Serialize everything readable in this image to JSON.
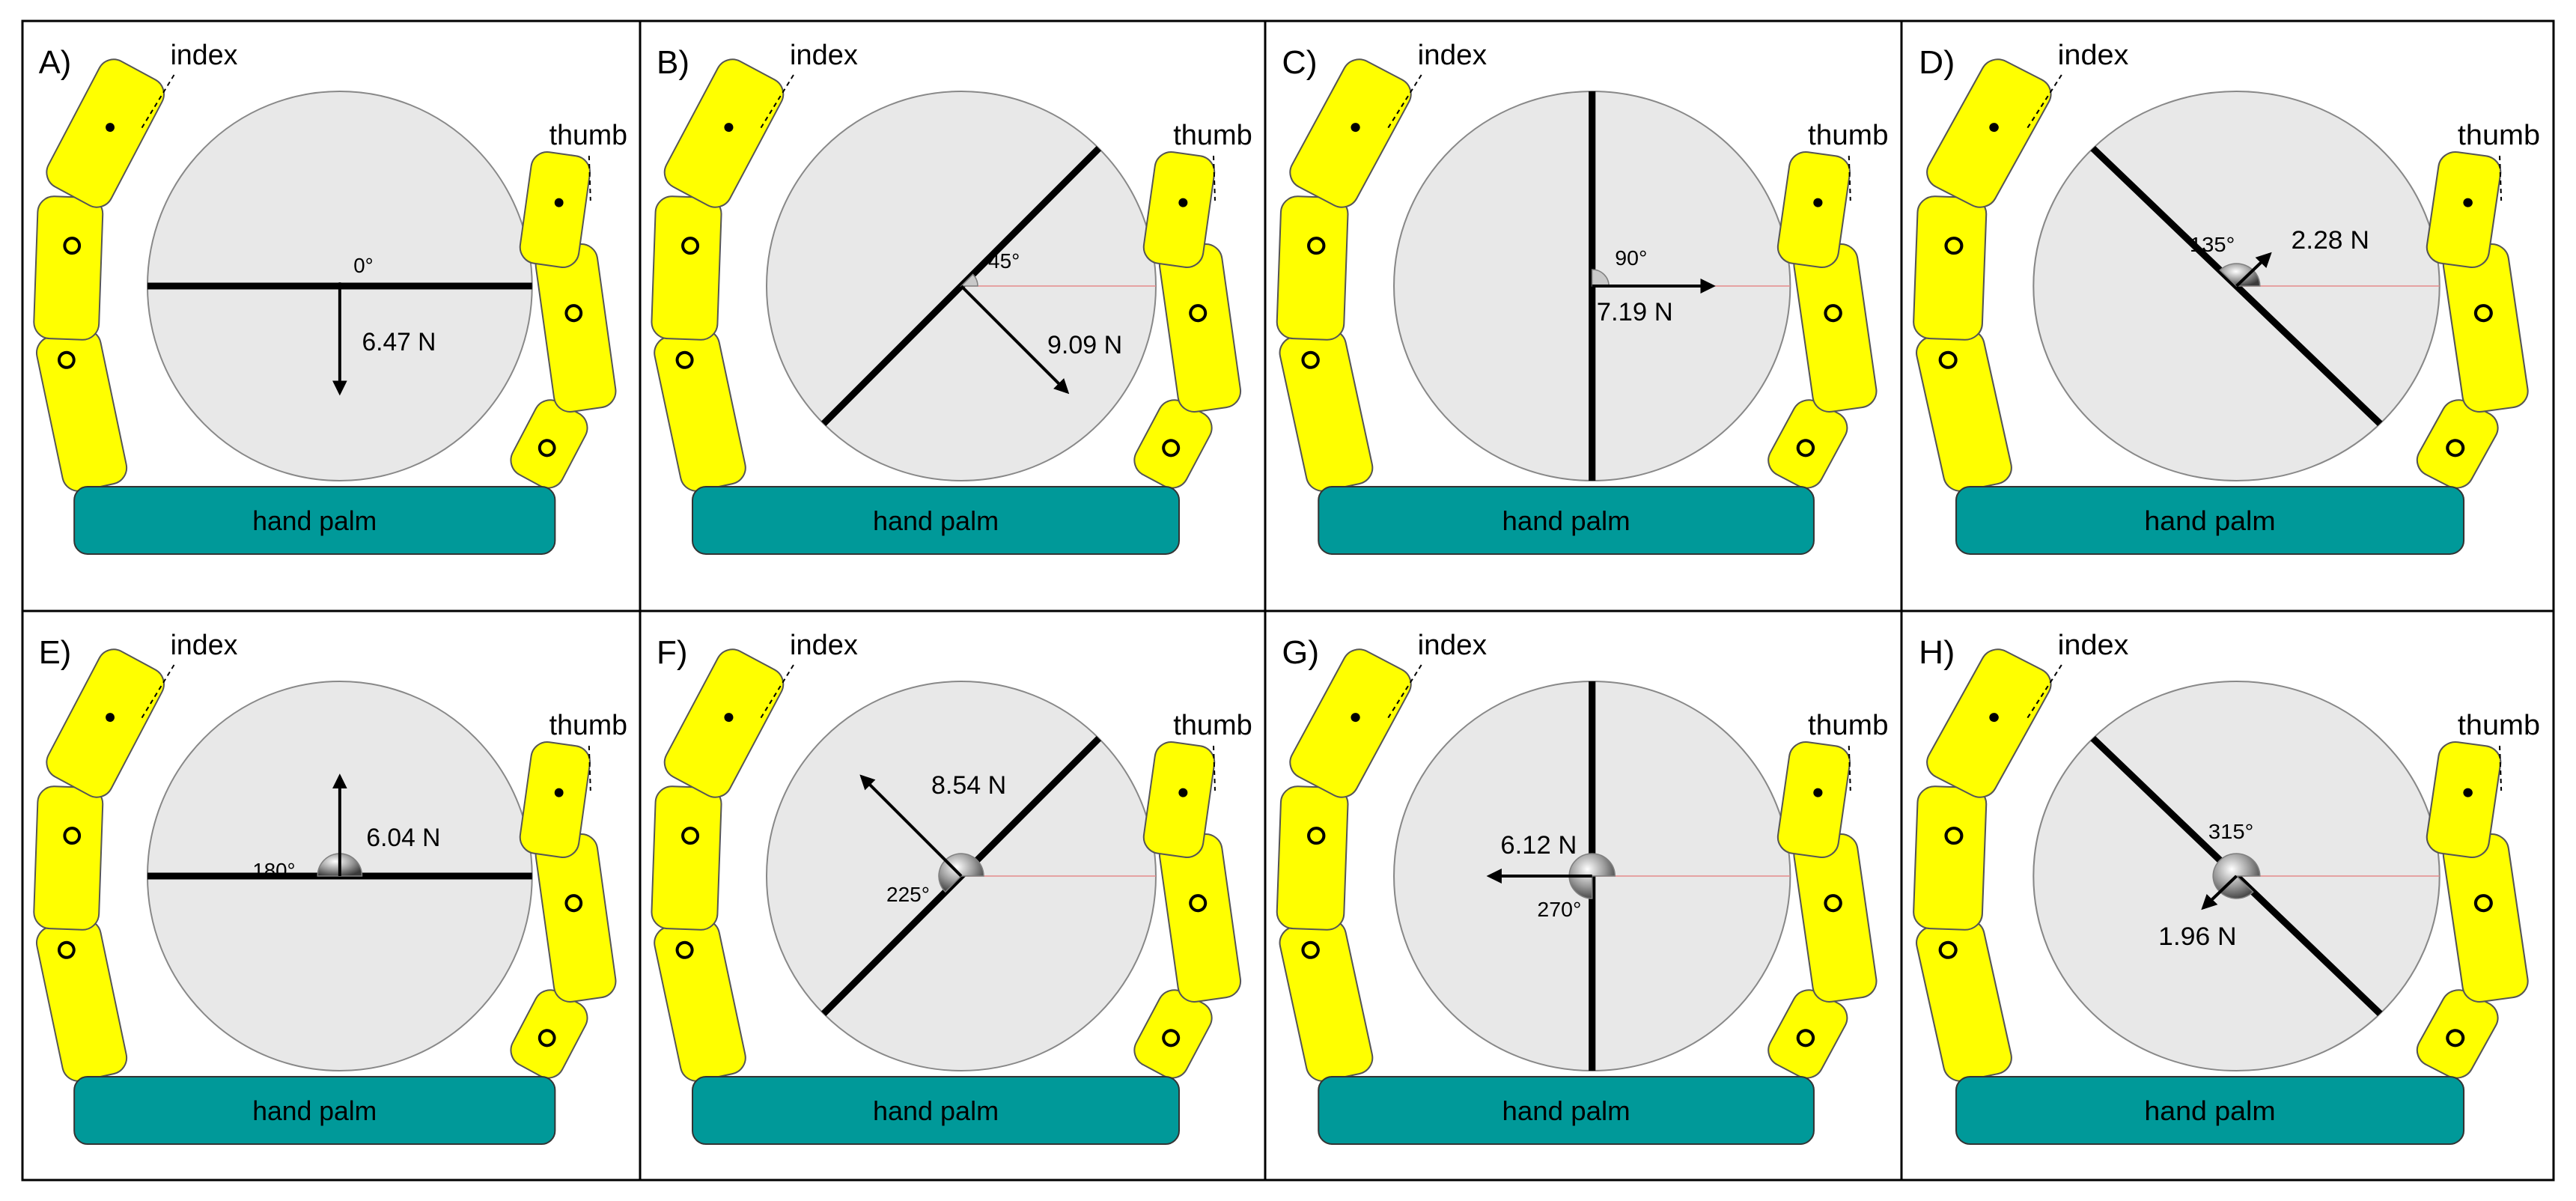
{
  "labels": {
    "index": "index",
    "thumb": "thumb",
    "palm": "hand palm"
  },
  "colors": {
    "finger": "#ffff00",
    "finger_stroke": "#555555",
    "palm": "#009999",
    "object": "#e8e8e8",
    "object_stroke": "#888888",
    "panel_border": "#000000",
    "ref_line": "#e48a8a",
    "angle_marker": "#808080"
  },
  "panels": [
    {
      "id": "A",
      "label": "A)",
      "angle_deg": 0,
      "angle_label": "0°",
      "force_label": "6.47 N",
      "force_dir_deg": 270,
      "force_magnitude": 6.47
    },
    {
      "id": "B",
      "label": "B)",
      "angle_deg": 45,
      "angle_label": "45°",
      "force_label": "9.09 N",
      "force_dir_deg": 315,
      "force_magnitude": 9.09
    },
    {
      "id": "C",
      "label": "C)",
      "angle_deg": 90,
      "angle_label": "90°",
      "force_label": "7.19 N",
      "force_dir_deg": 0,
      "force_magnitude": 7.19
    },
    {
      "id": "D",
      "label": "D)",
      "angle_deg": 135,
      "angle_label": "135°",
      "force_label": "2.28 N",
      "force_dir_deg": 45,
      "force_magnitude": 2.28
    },
    {
      "id": "E",
      "label": "E)",
      "angle_deg": 180,
      "angle_label": "180°",
      "force_label": "6.04 N",
      "force_dir_deg": 90,
      "force_magnitude": 6.04
    },
    {
      "id": "F",
      "label": "F)",
      "angle_deg": 225,
      "angle_label": "225°",
      "force_label": "8.54 N",
      "force_dir_deg": 135,
      "force_magnitude": 8.54
    },
    {
      "id": "G",
      "label": "G)",
      "angle_deg": 270,
      "angle_label": "270°",
      "force_label": "6.12 N",
      "force_dir_deg": 180,
      "force_magnitude": 6.12
    },
    {
      "id": "H",
      "label": "H)",
      "angle_deg": 315,
      "angle_label": "315°",
      "force_label": "1.96 N",
      "force_dir_deg": 225,
      "force_magnitude": 1.96
    }
  ]
}
